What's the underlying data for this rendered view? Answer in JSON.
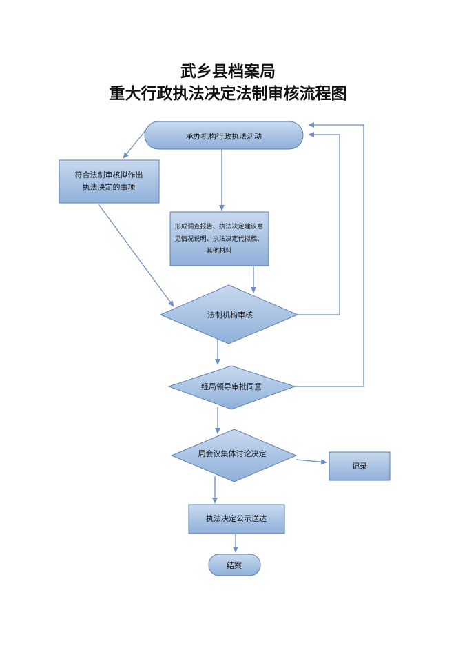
{
  "title": {
    "line1": "武乡县档案局",
    "line2": "重大行政执法决定法制审核流程图"
  },
  "nodes": {
    "start": "承办机构行政执法活动",
    "matters": [
      "符合法制审核拟作出",
      "执法决定的事项"
    ],
    "materials": [
      "形成调查报告、执法决定建议意",
      "见情况说明、执法决定代拟稿、",
      "其他材料"
    ],
    "review": "法制机构审核",
    "leader": "经局领导审批同意",
    "meeting": "局会议集体讨论决定",
    "record": "记录",
    "publish": "执法决定公示送达",
    "end": "结案"
  },
  "colors": {
    "fill_top": "#c8d9ee",
    "fill_bottom": "#8fb0da",
    "stroke": "#5a7eb0",
    "arrow": "#6f8fbf"
  }
}
